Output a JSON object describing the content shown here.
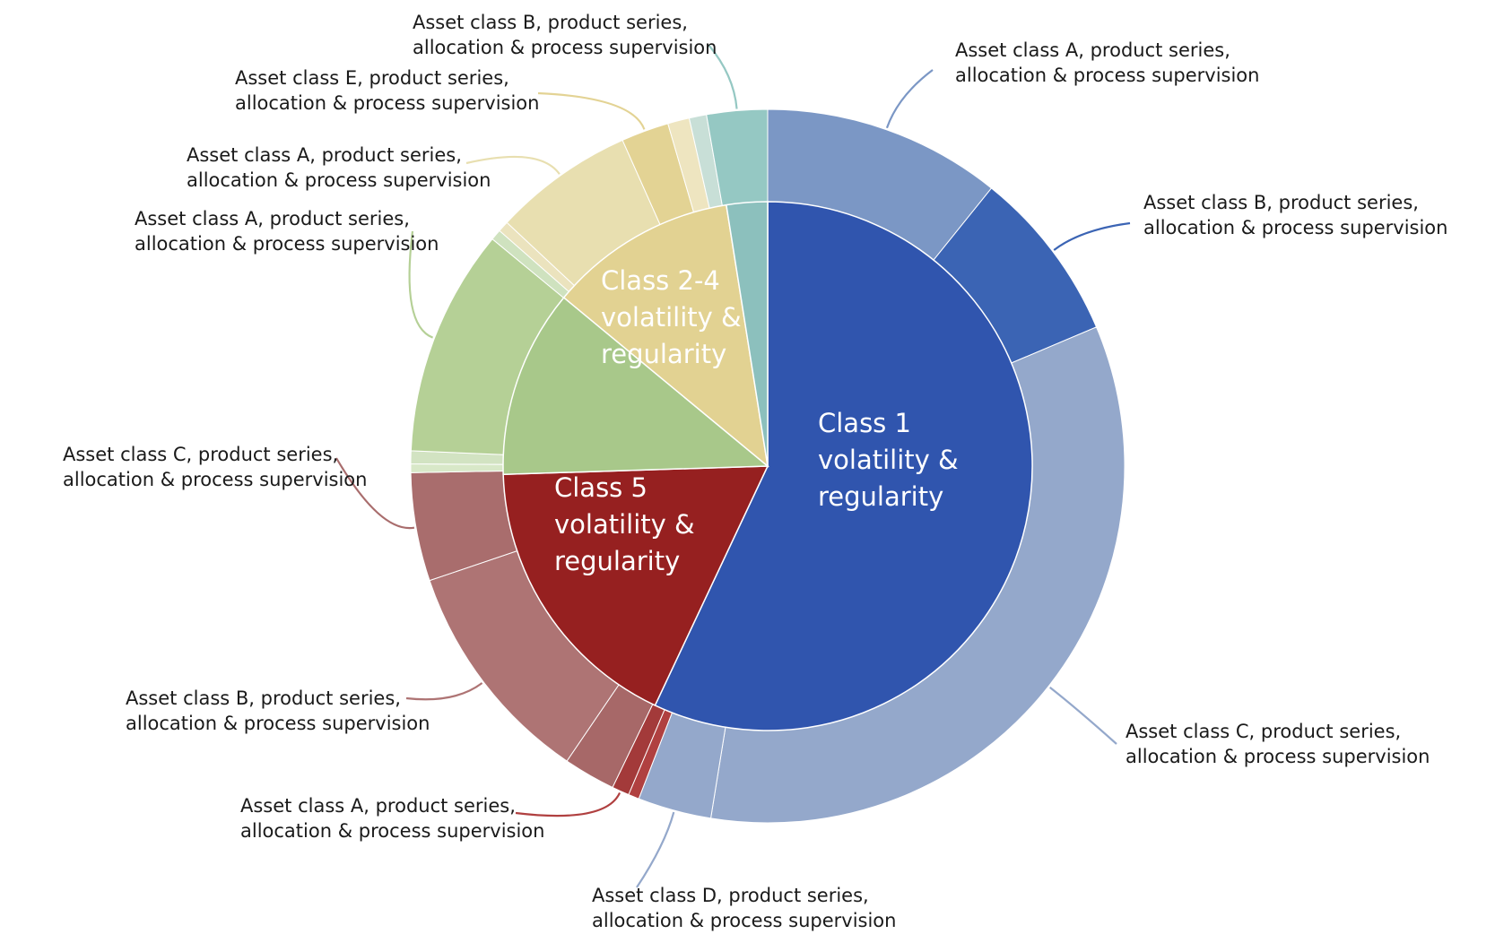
{
  "chart_data": {
    "type": "sunburst",
    "inner": [
      {
        "name": "Class 1 volatility & regularity",
        "lines": [
          "Class 1",
          "volatility &",
          "regularity"
        ],
        "value": 57.0,
        "color": "#3055ae"
      },
      {
        "name": "Class 5 volatility & regularity",
        "lines": [
          "Class 5",
          "volatility &",
          "regularity"
        ],
        "value": 17.5,
        "color": "#962020"
      },
      {
        "name": "Class 2-4 volatility & regularity",
        "green_value": 11.5,
        "yellow_value": 11.5,
        "lines": [
          "Class 2-4",
          "volatility &",
          "regularity"
        ],
        "color": "#a8c88a"
      },
      {
        "name": "teal",
        "value": 2.5,
        "color": "#8cc0bd"
      }
    ],
    "outer": [
      {
        "value": 11.0,
        "color": "#7b97c5"
      },
      {
        "value": 8.0,
        "color": "#3b64b4"
      },
      {
        "value": 34.6,
        "color": "#94a8cb"
      },
      {
        "value": 3.4,
        "color": "#94a8cb"
      },
      {
        "value": 0.5,
        "color": "#b04040"
      },
      {
        "value": 0.8,
        "color": "#a33a3a"
      },
      {
        "value": 2.4,
        "color": "#a76868"
      },
      {
        "value": 10.5,
        "color": "#ae7474"
      },
      {
        "value": 5.0,
        "color": "#a96d6d"
      },
      {
        "value": 0.4,
        "color": "#d8e8c8"
      },
      {
        "value": 0.6,
        "color": "#d2e3c2"
      },
      {
        "value": 10.5,
        "color": "#b5d096"
      },
      {
        "value": 0.5,
        "color": "#cfe2bf"
      },
      {
        "value": 0.5,
        "color": "#ebe3be"
      },
      {
        "value": 6.5,
        "color": "#e8dfb0"
      },
      {
        "value": 2.2,
        "color": "#e3d394"
      },
      {
        "value": 1.0,
        "color": "#eee5c0"
      },
      {
        "value": 0.8,
        "color": "#c8dfd7"
      },
      {
        "value": 2.8,
        "color": "#95c8c3"
      }
    ],
    "annotations": [
      {
        "lines": [
          "Asset class A, product series,",
          "allocation & process supervision"
        ],
        "color": "#7b97c5"
      },
      {
        "lines": [
          "Asset class B, product series,",
          "allocation & process supervision"
        ],
        "color": "#3b64b4"
      },
      {
        "lines": [
          "Asset class C, product series,",
          "allocation & process supervision"
        ],
        "color": "#94a8cb"
      },
      {
        "lines": [
          "Asset class D, product series,",
          "allocation & process supervision"
        ],
        "color": "#94a8cb"
      },
      {
        "lines": [
          "Asset class A, product series,",
          "allocation & process supervision"
        ],
        "color": "#b04040"
      },
      {
        "lines": [
          "Asset class B, product series,",
          "allocation & process supervision"
        ],
        "color": "#ae7474"
      },
      {
        "lines": [
          "Asset class C, product series,",
          "allocation & process supervision"
        ],
        "color": "#a96d6d"
      },
      {
        "lines": [
          "Asset class A, product series,",
          "allocation & process supervision"
        ],
        "color": "#b5d096"
      },
      {
        "lines": [
          "Asset class A, product series,",
          "allocation & process supervision"
        ],
        "color": "#e8dfb0"
      },
      {
        "lines": [
          "Asset class E, product series,",
          "allocation & process supervision"
        ],
        "color": "#e3d394"
      },
      {
        "lines": [
          "Asset class B, product series,",
          "allocation & process supervision"
        ],
        "color": "#95c8c3"
      }
    ]
  }
}
